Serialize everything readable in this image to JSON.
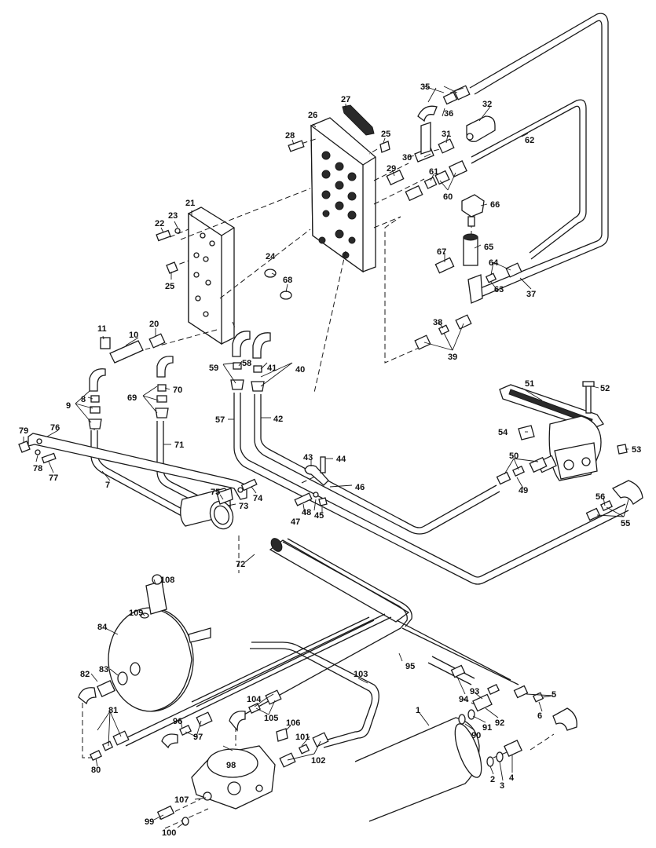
{
  "callouts": [
    {
      "id": "c1",
      "text": "1"
    },
    {
      "id": "c2",
      "text": "2"
    },
    {
      "id": "c3",
      "text": "3"
    },
    {
      "id": "c4",
      "text": "4"
    },
    {
      "id": "c5",
      "text": "5"
    },
    {
      "id": "c6",
      "text": "6"
    },
    {
      "id": "c7",
      "text": "7"
    },
    {
      "id": "c8",
      "text": "8"
    },
    {
      "id": "c9",
      "text": "9"
    },
    {
      "id": "c10",
      "text": "10"
    },
    {
      "id": "c11",
      "text": "11"
    },
    {
      "id": "c20",
      "text": "20"
    },
    {
      "id": "c21",
      "text": "21"
    },
    {
      "id": "c22",
      "text": "22"
    },
    {
      "id": "c23",
      "text": "23"
    },
    {
      "id": "c24",
      "text": "24"
    },
    {
      "id": "c25a",
      "text": "25"
    },
    {
      "id": "c25b",
      "text": "25"
    },
    {
      "id": "c26",
      "text": "26"
    },
    {
      "id": "c27",
      "text": "27"
    },
    {
      "id": "c28",
      "text": "28"
    },
    {
      "id": "c29",
      "text": "29"
    },
    {
      "id": "c30",
      "text": "30"
    },
    {
      "id": "c31",
      "text": "31"
    },
    {
      "id": "c32",
      "text": "32"
    },
    {
      "id": "c35",
      "text": "35"
    },
    {
      "id": "c36",
      "text": "36"
    },
    {
      "id": "c37",
      "text": "37"
    },
    {
      "id": "c38",
      "text": "38"
    },
    {
      "id": "c39",
      "text": "39"
    },
    {
      "id": "c40",
      "text": "40"
    },
    {
      "id": "c41",
      "text": "41"
    },
    {
      "id": "c42",
      "text": "42"
    },
    {
      "id": "c43",
      "text": "43"
    },
    {
      "id": "c44",
      "text": "44"
    },
    {
      "id": "c45",
      "text": "45"
    },
    {
      "id": "c46",
      "text": "46"
    },
    {
      "id": "c47",
      "text": "47"
    },
    {
      "id": "c48",
      "text": "48"
    },
    {
      "id": "c49",
      "text": "49"
    },
    {
      "id": "c50",
      "text": "50"
    },
    {
      "id": "c51",
      "text": "51"
    },
    {
      "id": "c52",
      "text": "52"
    },
    {
      "id": "c53",
      "text": "53"
    },
    {
      "id": "c54",
      "text": "54"
    },
    {
      "id": "c55",
      "text": "55"
    },
    {
      "id": "c56",
      "text": "56"
    },
    {
      "id": "c57",
      "text": "57"
    },
    {
      "id": "c58",
      "text": "58"
    },
    {
      "id": "c59",
      "text": "59"
    },
    {
      "id": "c60",
      "text": "60"
    },
    {
      "id": "c61",
      "text": "61"
    },
    {
      "id": "c62",
      "text": "62"
    },
    {
      "id": "c63",
      "text": "63"
    },
    {
      "id": "c64",
      "text": "64"
    },
    {
      "id": "c65",
      "text": "65"
    },
    {
      "id": "c66",
      "text": "66"
    },
    {
      "id": "c67",
      "text": "67"
    },
    {
      "id": "c68",
      "text": "68"
    },
    {
      "id": "c69",
      "text": "69"
    },
    {
      "id": "c70",
      "text": "70"
    },
    {
      "id": "c71",
      "text": "71"
    },
    {
      "id": "c72",
      "text": "72"
    },
    {
      "id": "c73",
      "text": "73"
    },
    {
      "id": "c74",
      "text": "74"
    },
    {
      "id": "c75",
      "text": "75"
    },
    {
      "id": "c76",
      "text": "76"
    },
    {
      "id": "c77",
      "text": "77"
    },
    {
      "id": "c78",
      "text": "78"
    },
    {
      "id": "c79",
      "text": "79"
    },
    {
      "id": "c80",
      "text": "80"
    },
    {
      "id": "c81",
      "text": "81"
    },
    {
      "id": "c82",
      "text": "82"
    },
    {
      "id": "c83",
      "text": "83"
    },
    {
      "id": "c84",
      "text": "84"
    },
    {
      "id": "c90",
      "text": "90"
    },
    {
      "id": "c91",
      "text": "91"
    },
    {
      "id": "c92",
      "text": "92"
    },
    {
      "id": "c93",
      "text": "93"
    },
    {
      "id": "c94",
      "text": "94"
    },
    {
      "id": "c95",
      "text": "95"
    },
    {
      "id": "c96",
      "text": "96"
    },
    {
      "id": "c97",
      "text": "97"
    },
    {
      "id": "c98",
      "text": "98"
    },
    {
      "id": "c99",
      "text": "99"
    },
    {
      "id": "c100",
      "text": "100"
    },
    {
      "id": "c101",
      "text": "101"
    },
    {
      "id": "c102",
      "text": "102"
    },
    {
      "id": "c103",
      "text": "103"
    },
    {
      "id": "c104",
      "text": "104"
    },
    {
      "id": "c105",
      "text": "105"
    },
    {
      "id": "c106",
      "text": "106"
    },
    {
      "id": "c107",
      "text": "107"
    },
    {
      "id": "c108",
      "text": "108"
    },
    {
      "id": "c109",
      "text": "109"
    }
  ]
}
